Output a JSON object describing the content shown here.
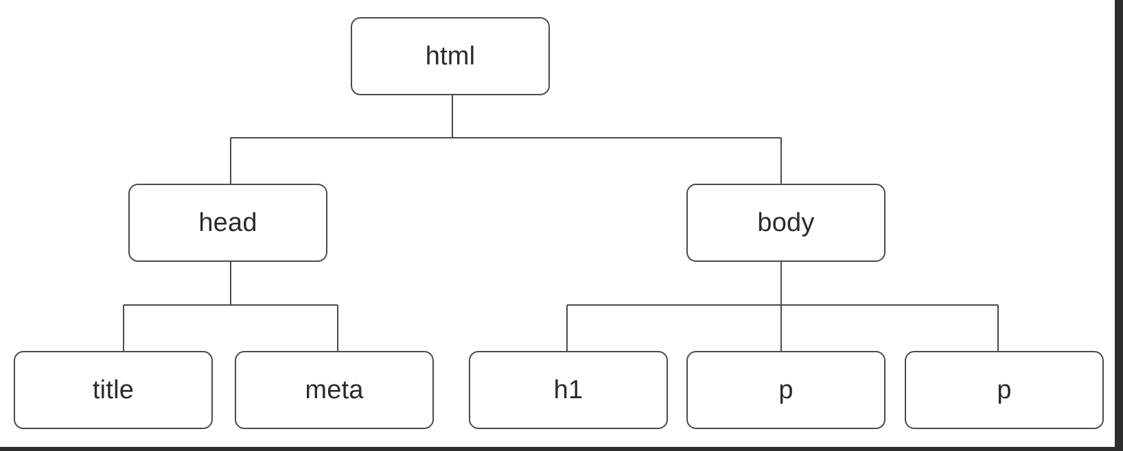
{
  "diagram": {
    "nodes": {
      "html": "html",
      "head": "head",
      "body": "body",
      "title": "title",
      "meta": "meta",
      "h1": "h1",
      "p1": "p",
      "p2": "p"
    }
  }
}
